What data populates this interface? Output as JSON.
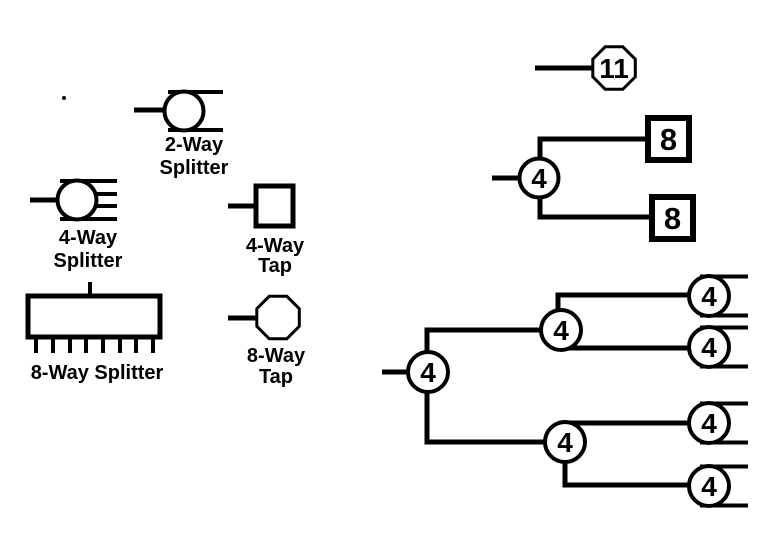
{
  "legend": {
    "splitter2": {
      "line1": "2-Way",
      "line2": "Splitter",
      "symbol": "circle-2-outputs"
    },
    "splitter4": {
      "line1": "4-Way",
      "line2": "Splitter",
      "symbol": "circle-4-outputs"
    },
    "splitter8": {
      "label": "8-Way Splitter",
      "symbol": "rectangle-8-outputs"
    },
    "tap4": {
      "line1": "4-Way",
      "line2": "Tap",
      "symbol": "square"
    },
    "tap8": {
      "line1": "8-Way",
      "line2": "Tap",
      "symbol": "octagon"
    }
  },
  "network": {
    "single_tap_value": "11",
    "two_tap": {
      "splitter": "4",
      "tap_top": "8",
      "tap_bottom": "8"
    },
    "tree": {
      "root": "4",
      "branch_top": "4",
      "branch_bottom": "4",
      "leaf1": "4",
      "leaf2": "4",
      "leaf3": "4",
      "leaf4": "4"
    }
  },
  "colors": {
    "ink": "#000000",
    "background": "#ffffff"
  }
}
